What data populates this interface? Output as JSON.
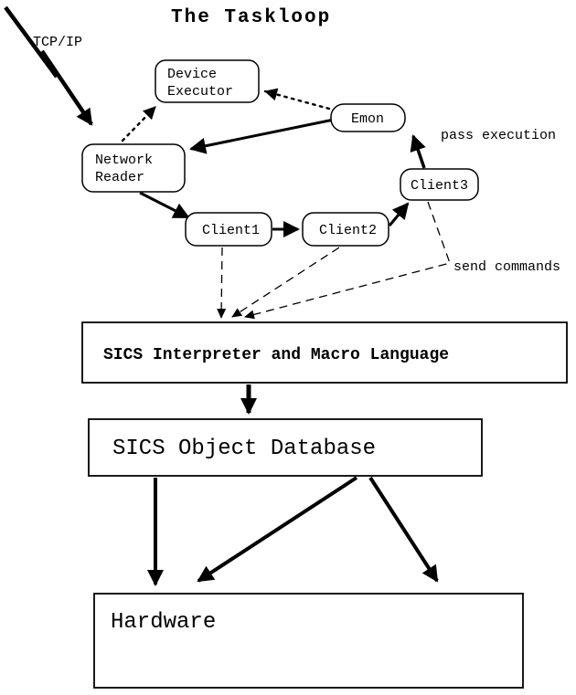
{
  "title": "The Taskloop",
  "labels": {
    "tcpip": "TCP/IP",
    "pass_execution": "pass execution",
    "send_commands": "send commands"
  },
  "nodes": {
    "device_executor": {
      "line1": "Device",
      "line2": "Executor"
    },
    "network_reader": {
      "line1": "Network",
      "line2": "Reader"
    },
    "emon": {
      "label": "Emon"
    },
    "client1": {
      "label": "Client1"
    },
    "client2": {
      "label": "Client2"
    },
    "client3": {
      "label": "Client3"
    }
  },
  "boxes": {
    "interpreter": {
      "label": "SICS Interpreter and Macro Language"
    },
    "database": {
      "label": "SICS Object Database"
    },
    "hardware": {
      "label": "Hardware"
    }
  },
  "edges": [
    {
      "from": "TCP/IP",
      "to": "Network Reader",
      "style": "thick-zigzag"
    },
    {
      "from": "Emon",
      "to": "Network Reader",
      "style": "solid"
    },
    {
      "from": "Network Reader",
      "to": "Client1",
      "style": "solid"
    },
    {
      "from": "Client1",
      "to": "Client2",
      "style": "solid"
    },
    {
      "from": "Client2",
      "to": "Client3",
      "style": "solid"
    },
    {
      "from": "Client3",
      "to": "Emon",
      "style": "solid",
      "label": "pass execution"
    },
    {
      "from": "Emon",
      "to": "Device Executor",
      "style": "dotted"
    },
    {
      "from": "Network Reader",
      "to": "Device Executor",
      "style": "dotted"
    },
    {
      "from": "Client1",
      "to": "SICS Interpreter and Macro Language",
      "style": "dashed",
      "label": "send commands"
    },
    {
      "from": "Client2",
      "to": "SICS Interpreter and Macro Language",
      "style": "dashed",
      "label": "send commands"
    },
    {
      "from": "Client3",
      "to": "SICS Interpreter and Macro Language",
      "style": "dashed",
      "label": "send commands"
    },
    {
      "from": "SICS Interpreter and Macro Language",
      "to": "SICS Object Database",
      "style": "solid"
    },
    {
      "from": "SICS Object Database",
      "to": "Hardware",
      "style": "solid",
      "count": 3
    }
  ],
  "colors": {
    "ink": "#000000",
    "background": "#ffffff"
  }
}
